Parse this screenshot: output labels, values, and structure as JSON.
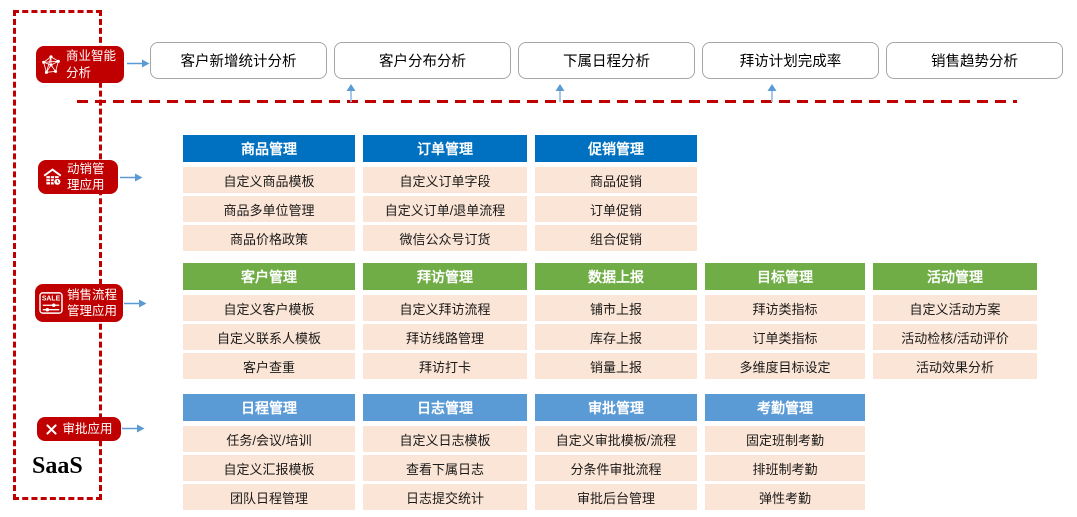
{
  "colors": {
    "red": "#C00000",
    "header-blue": "#0070C0",
    "header-green": "#70AD47",
    "header-lightblue": "#5B9BD5",
    "cell-bg": "#FBE5D6",
    "arrow-blue": "#5B9BD5",
    "box-border": "#A6A6A6"
  },
  "saas_label": "SaaS",
  "side_labels": [
    {
      "label": "商业智能分析",
      "icon": "network-graph-icon"
    },
    {
      "label": "动销管理应用",
      "icon": "storefront-icon"
    },
    {
      "label": "销售流程管理应用",
      "icon": "sale-sliders-icon"
    },
    {
      "label": "审批应用",
      "icon": "crossed-tools-icon"
    }
  ],
  "bi_boxes": [
    "客户新增统计分析",
    "客户分布分析",
    "下属日程分析",
    "拜访计划完成率",
    "销售趋势分析"
  ],
  "groups": [
    {
      "theme": "blue",
      "columns": [
        {
          "header": "商品管理",
          "items": [
            "自定义商品模板",
            "商品多单位管理",
            "商品价格政策"
          ]
        },
        {
          "header": "订单管理",
          "items": [
            "自定义订单字段",
            "自定义订单/退单流程",
            "微信公众号订货"
          ]
        },
        {
          "header": "促销管理",
          "items": [
            "商品促销",
            "订单促销",
            "组合促销"
          ]
        }
      ]
    },
    {
      "theme": "green",
      "columns": [
        {
          "header": "客户管理",
          "items": [
            "自定义客户模板",
            "自定义联系人模板",
            "客户查重"
          ]
        },
        {
          "header": "拜访管理",
          "items": [
            "自定义拜访流程",
            "拜访线路管理",
            "拜访打卡"
          ]
        },
        {
          "header": "数据上报",
          "items": [
            "铺市上报",
            "库存上报",
            "销量上报"
          ]
        },
        {
          "header": "目标管理",
          "items": [
            "拜访类指标",
            "订单类指标",
            "多维度目标设定"
          ]
        },
        {
          "header": "活动管理",
          "items": [
            "自定义活动方案",
            "活动检核/活动评价",
            "活动效果分析"
          ]
        }
      ]
    },
    {
      "theme": "lightblue",
      "columns": [
        {
          "header": "日程管理",
          "items": [
            "任务/会议/培训",
            "自定义汇报模板",
            "团队日程管理"
          ]
        },
        {
          "header": "日志管理",
          "items": [
            "自定义日志模板",
            "查看下属日志",
            "日志提交统计"
          ]
        },
        {
          "header": "审批管理",
          "items": [
            "自定义审批模板/流程",
            "分条件审批流程",
            "审批后台管理"
          ]
        },
        {
          "header": "考勤管理",
          "items": [
            "固定班制考勤",
            "排班制考勤",
            "弹性考勤"
          ]
        }
      ]
    }
  ]
}
